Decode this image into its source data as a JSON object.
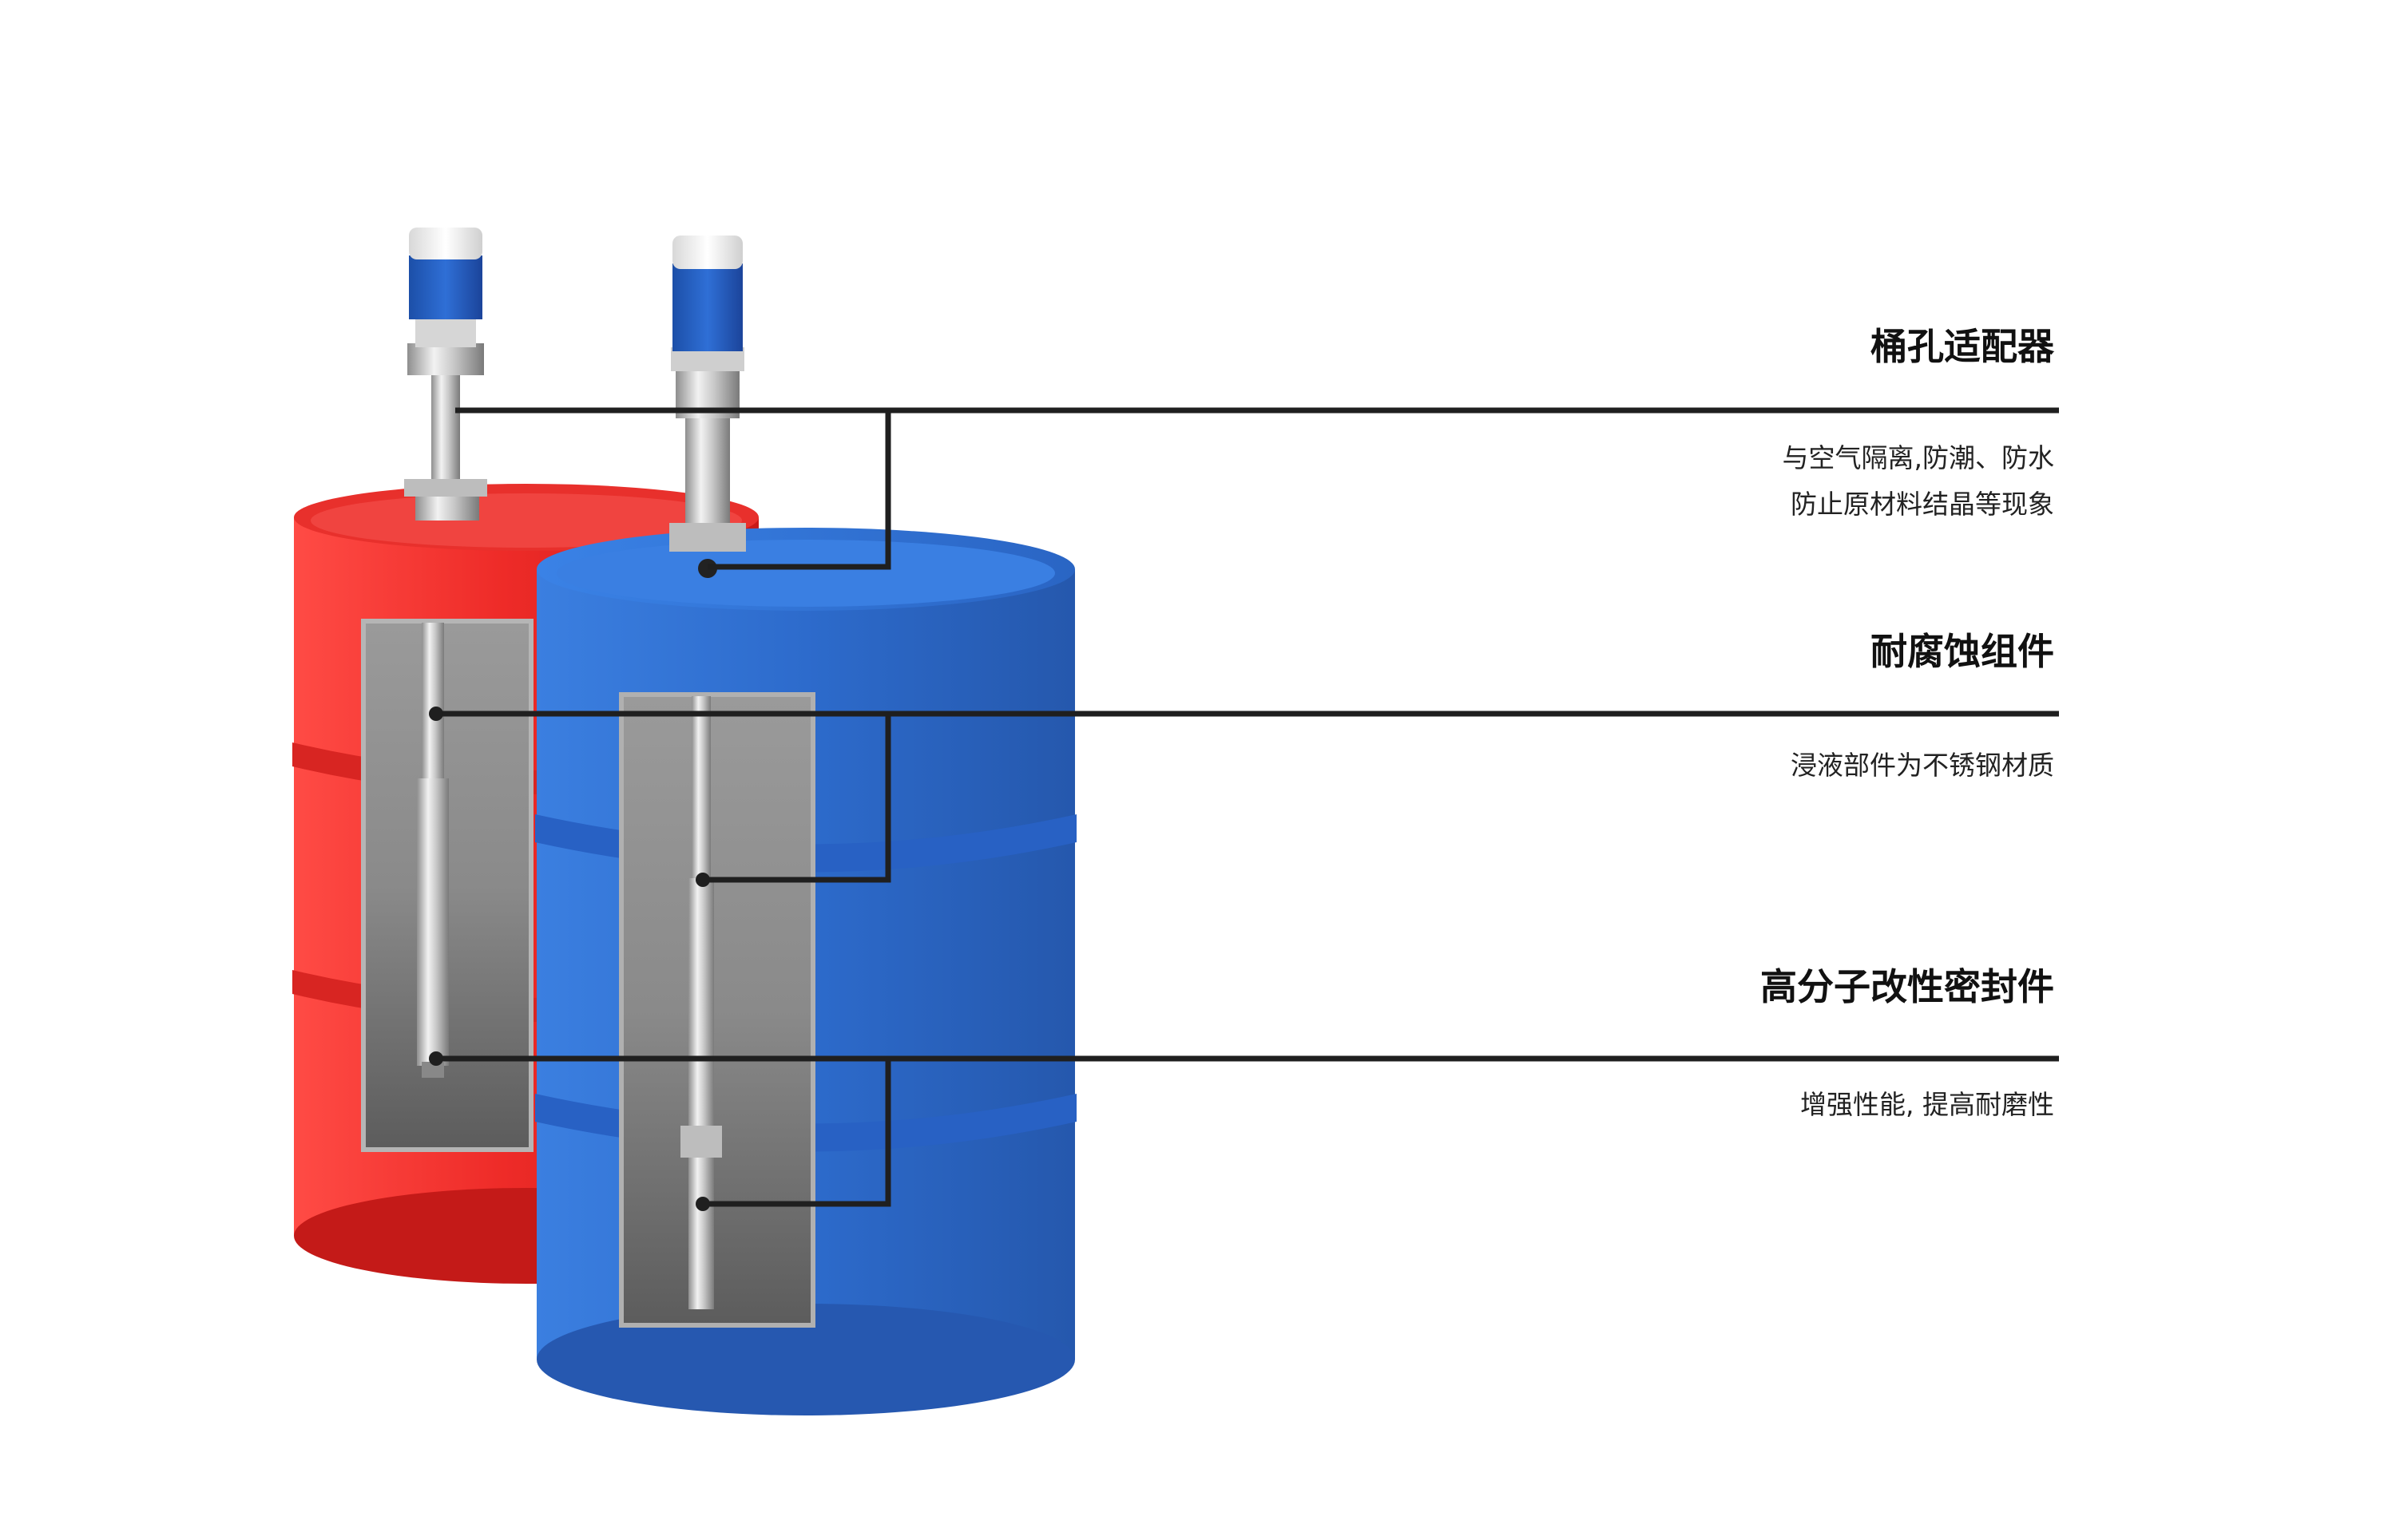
{
  "features": [
    {
      "title": "桶孔适配器",
      "desc": [
        "与空气隔离,防潮、防水",
        "防止原材料结晶等现象"
      ]
    },
    {
      "title": "耐腐蚀组件",
      "desc": [
        "浸液部件为不锈钢材质"
      ]
    },
    {
      "title": "高分子改性密封件",
      "desc": [
        "增强性能, 提高耐磨性"
      ]
    }
  ],
  "colors": {
    "red_drum": "#ee2f2c",
    "blue_drum": "#2f6fd0",
    "leader_line": "#1f1f1f"
  }
}
